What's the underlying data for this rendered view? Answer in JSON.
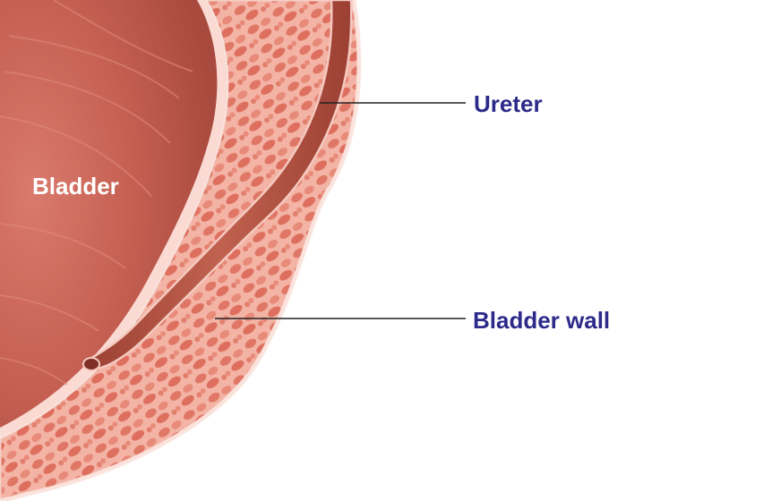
{
  "labels": {
    "bladder": "Bladder",
    "ureter": "Ureter",
    "bladder_wall": "Bladder wall"
  },
  "colors": {
    "label_text": "#2d2a8a",
    "inner_label_text": "#ffffff",
    "leader_line": "#222222",
    "lumen": "#c9665a",
    "lumen_dark": "#a94a3f",
    "wall_tissue": "#f0a99a",
    "wall_cells": "#e27a6c",
    "membrane": "#fbe3dc",
    "ureter": "#b65446"
  }
}
